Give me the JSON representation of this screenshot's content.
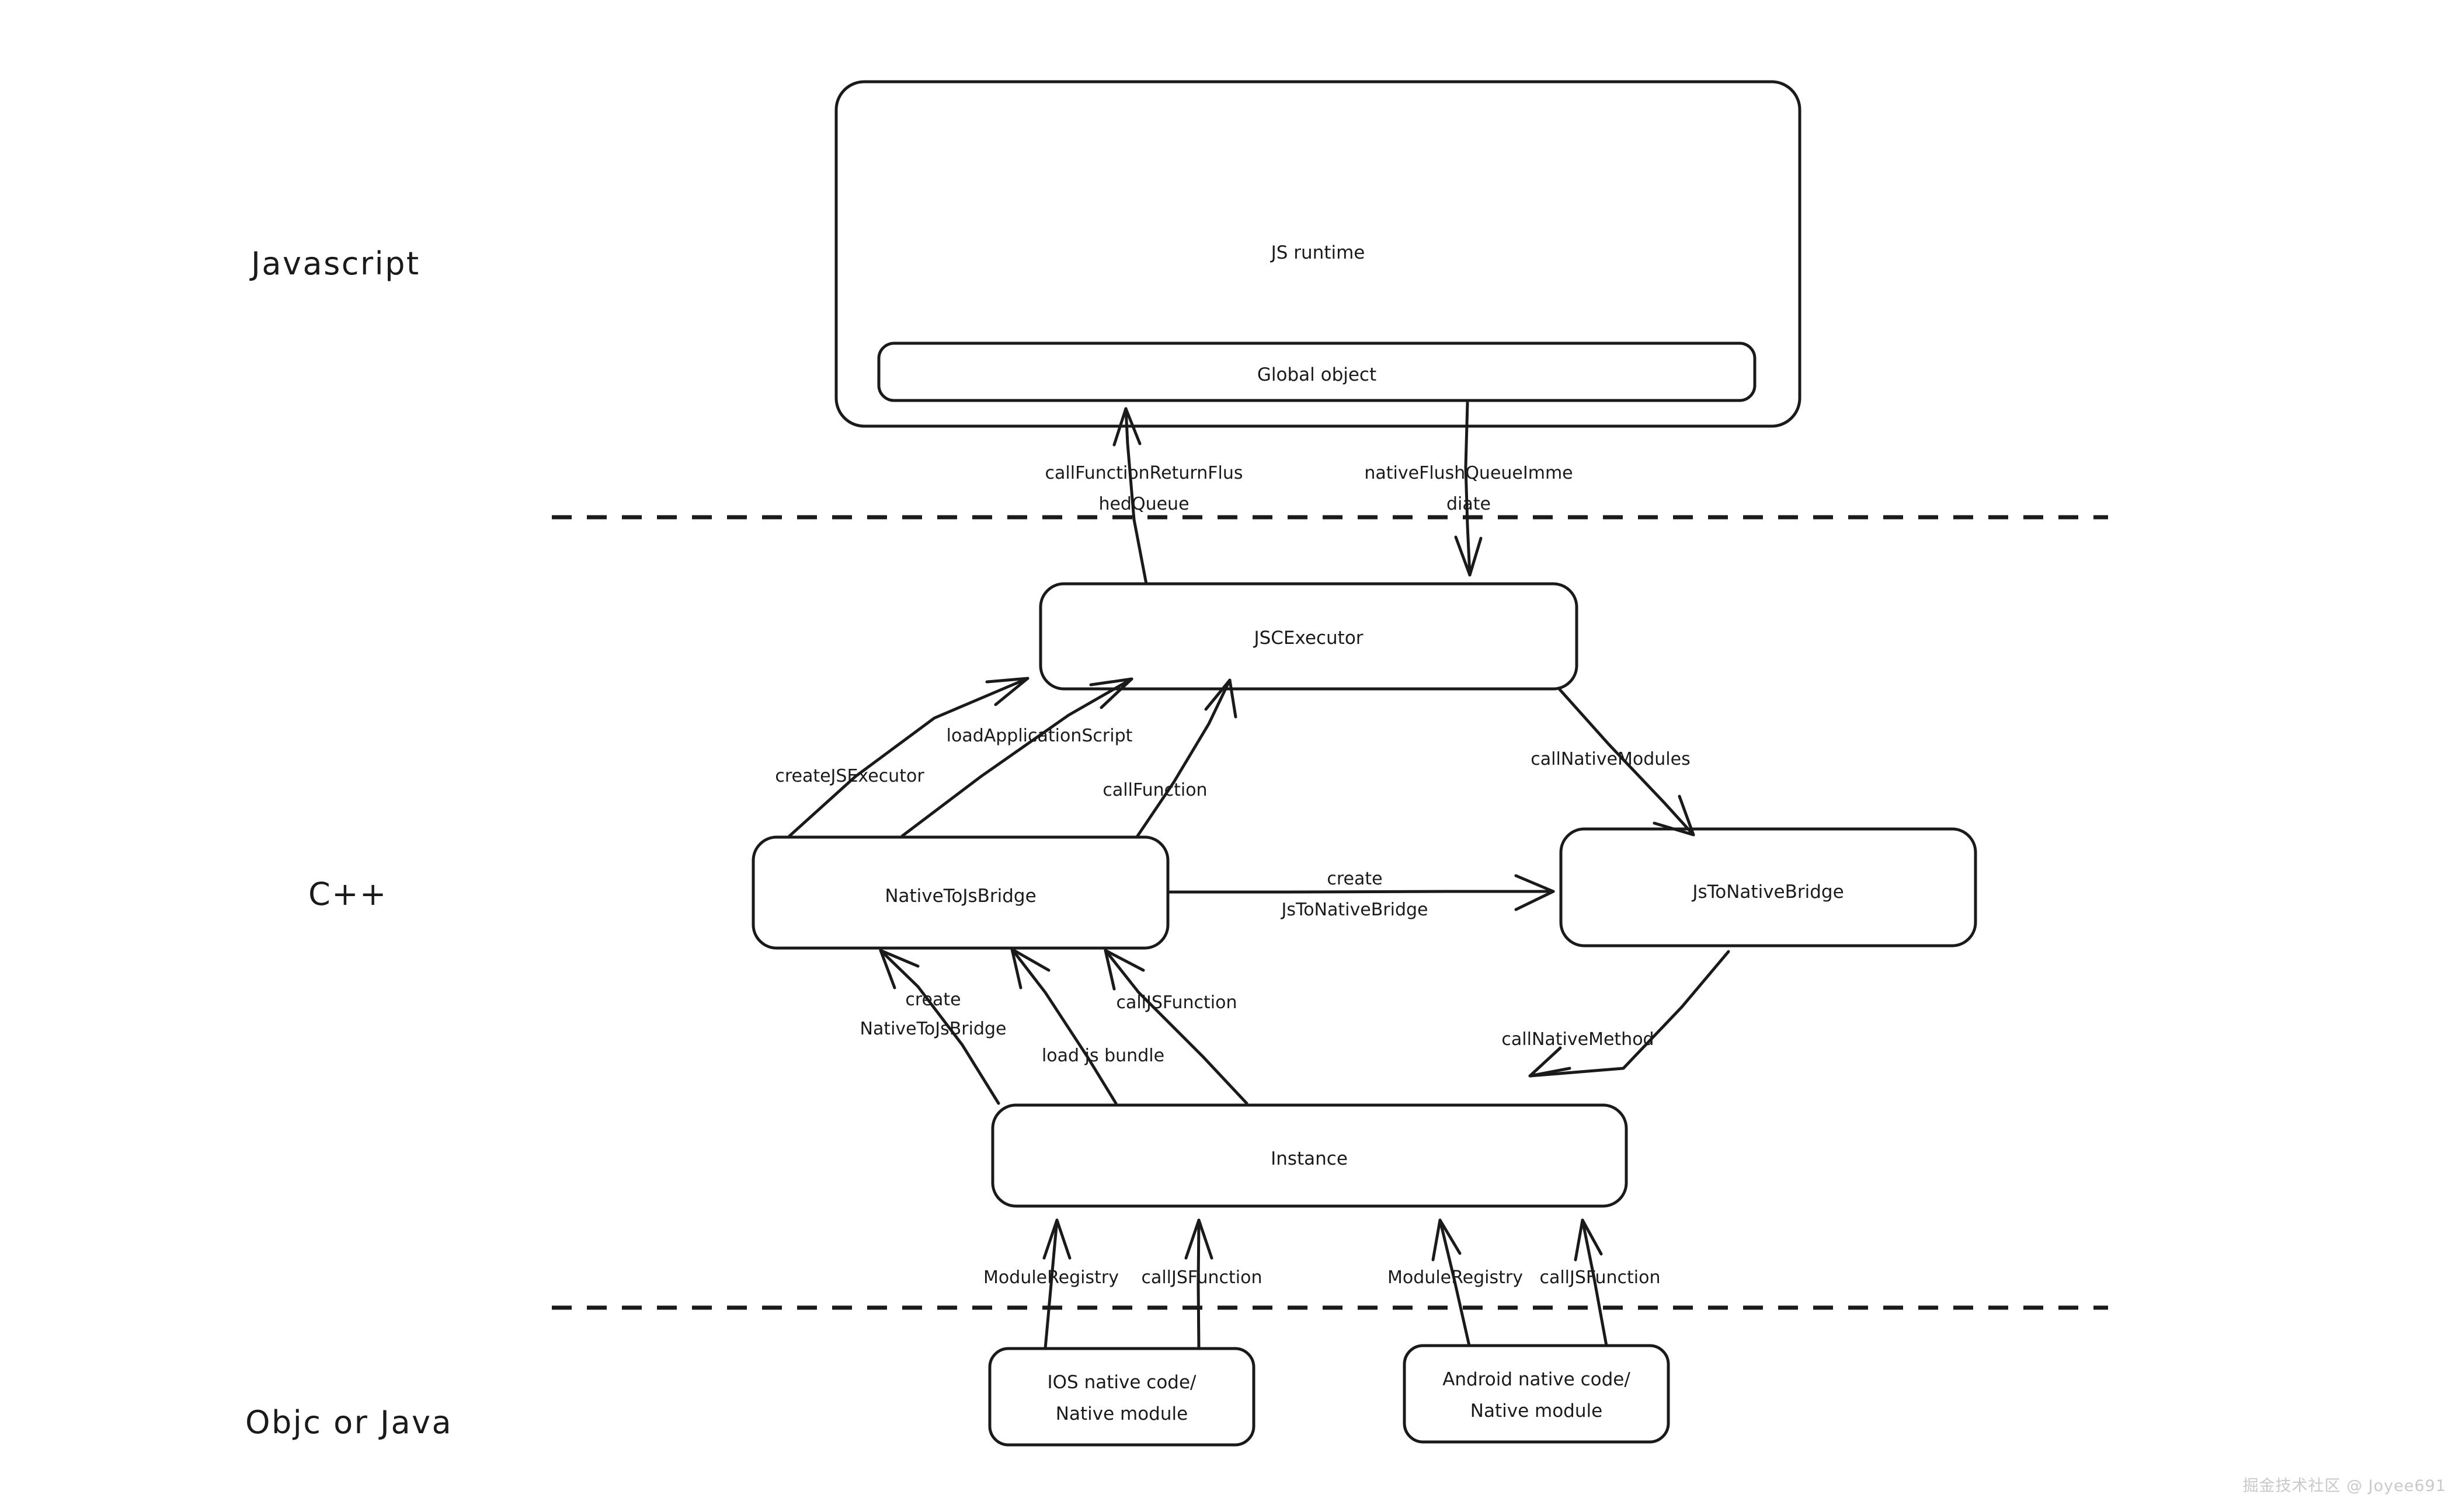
{
  "diagram": {
    "title": "React Native Bridge Architecture",
    "background_color": "#ffffff",
    "stroke_color": "#1a1a1a",
    "sections": [
      {
        "id": "javascript",
        "label": "Javascript"
      },
      {
        "id": "cpp",
        "label": "C++"
      },
      {
        "id": "objc_java",
        "label": "Objc or Java"
      }
    ],
    "nodes": [
      {
        "id": "js_runtime",
        "label": "JS runtime"
      },
      {
        "id": "global_object",
        "label": "Global object"
      },
      {
        "id": "jsc_executor",
        "label": "JSCExecutor"
      },
      {
        "id": "native_to_js_bridge",
        "label": "NativeToJsBridge"
      },
      {
        "id": "js_to_native_bridge",
        "label": "JsToNativeBridge"
      },
      {
        "id": "instance",
        "label": "Instance"
      },
      {
        "id": "ios_native",
        "label_line1": "IOS native code/",
        "label_line2": "Native module"
      },
      {
        "id": "android_native",
        "label_line1": "Android native code/",
        "label_line2": "Native module"
      }
    ],
    "edges": [
      {
        "id": "e1",
        "from": "jsc_executor",
        "to": "global_object",
        "label_line1": "callFunctionReturnFlus",
        "label_line2": "hedQueue"
      },
      {
        "id": "e2",
        "from": "global_object",
        "to": "jsc_executor",
        "label_line1": "nativeFlushQueueImme",
        "label_line2": "diate"
      },
      {
        "id": "e3",
        "from": "native_to_js_bridge",
        "to": "jsc_executor",
        "label_line1": "createJSExecutor",
        "label_line2": ""
      },
      {
        "id": "e4",
        "from": "native_to_js_bridge",
        "to": "jsc_executor",
        "label_line1": "loadApplicationScript",
        "label_line2": ""
      },
      {
        "id": "e5",
        "from": "native_to_js_bridge",
        "to": "jsc_executor",
        "label_line1": "callFunction",
        "label_line2": ""
      },
      {
        "id": "e6",
        "from": "jsc_executor",
        "to": "js_to_native_bridge",
        "label_line1": "callNativeModules",
        "label_line2": ""
      },
      {
        "id": "e7",
        "from": "native_to_js_bridge",
        "to": "js_to_native_bridge",
        "label_line1": "create",
        "label_line2": "JsToNativeBridge"
      },
      {
        "id": "e8",
        "from": "instance",
        "to": "native_to_js_bridge",
        "label_line1": "create",
        "label_line2": "NativeToJsBridge"
      },
      {
        "id": "e9",
        "from": "instance",
        "to": "native_to_js_bridge",
        "label_line1": "load js bundle",
        "label_line2": ""
      },
      {
        "id": "e10",
        "from": "instance",
        "to": "native_to_js_bridge",
        "label_line1": "callJSFunction",
        "label_line2": ""
      },
      {
        "id": "e11",
        "from": "js_to_native_bridge",
        "to": "instance",
        "label_line1": "callNativeMethod",
        "label_line2": ""
      },
      {
        "id": "e12",
        "from": "ios_native",
        "to": "instance",
        "label_line1": "ModuleRegistry",
        "label_line2": ""
      },
      {
        "id": "e13",
        "from": "ios_native",
        "to": "instance",
        "label_line1": "callJSFunction",
        "label_line2": ""
      },
      {
        "id": "e14",
        "from": "android_native",
        "to": "instance",
        "label_line1": "ModuleRegistry",
        "label_line2": ""
      },
      {
        "id": "e15",
        "from": "android_native",
        "to": "instance",
        "label_line1": "callJSFunction",
        "label_line2": ""
      }
    ],
    "dividers": [
      {
        "id": "divider_js_cpp"
      },
      {
        "id": "divider_cpp_native"
      }
    ],
    "watermark": "掘金技术社区 @ Joyee691"
  }
}
